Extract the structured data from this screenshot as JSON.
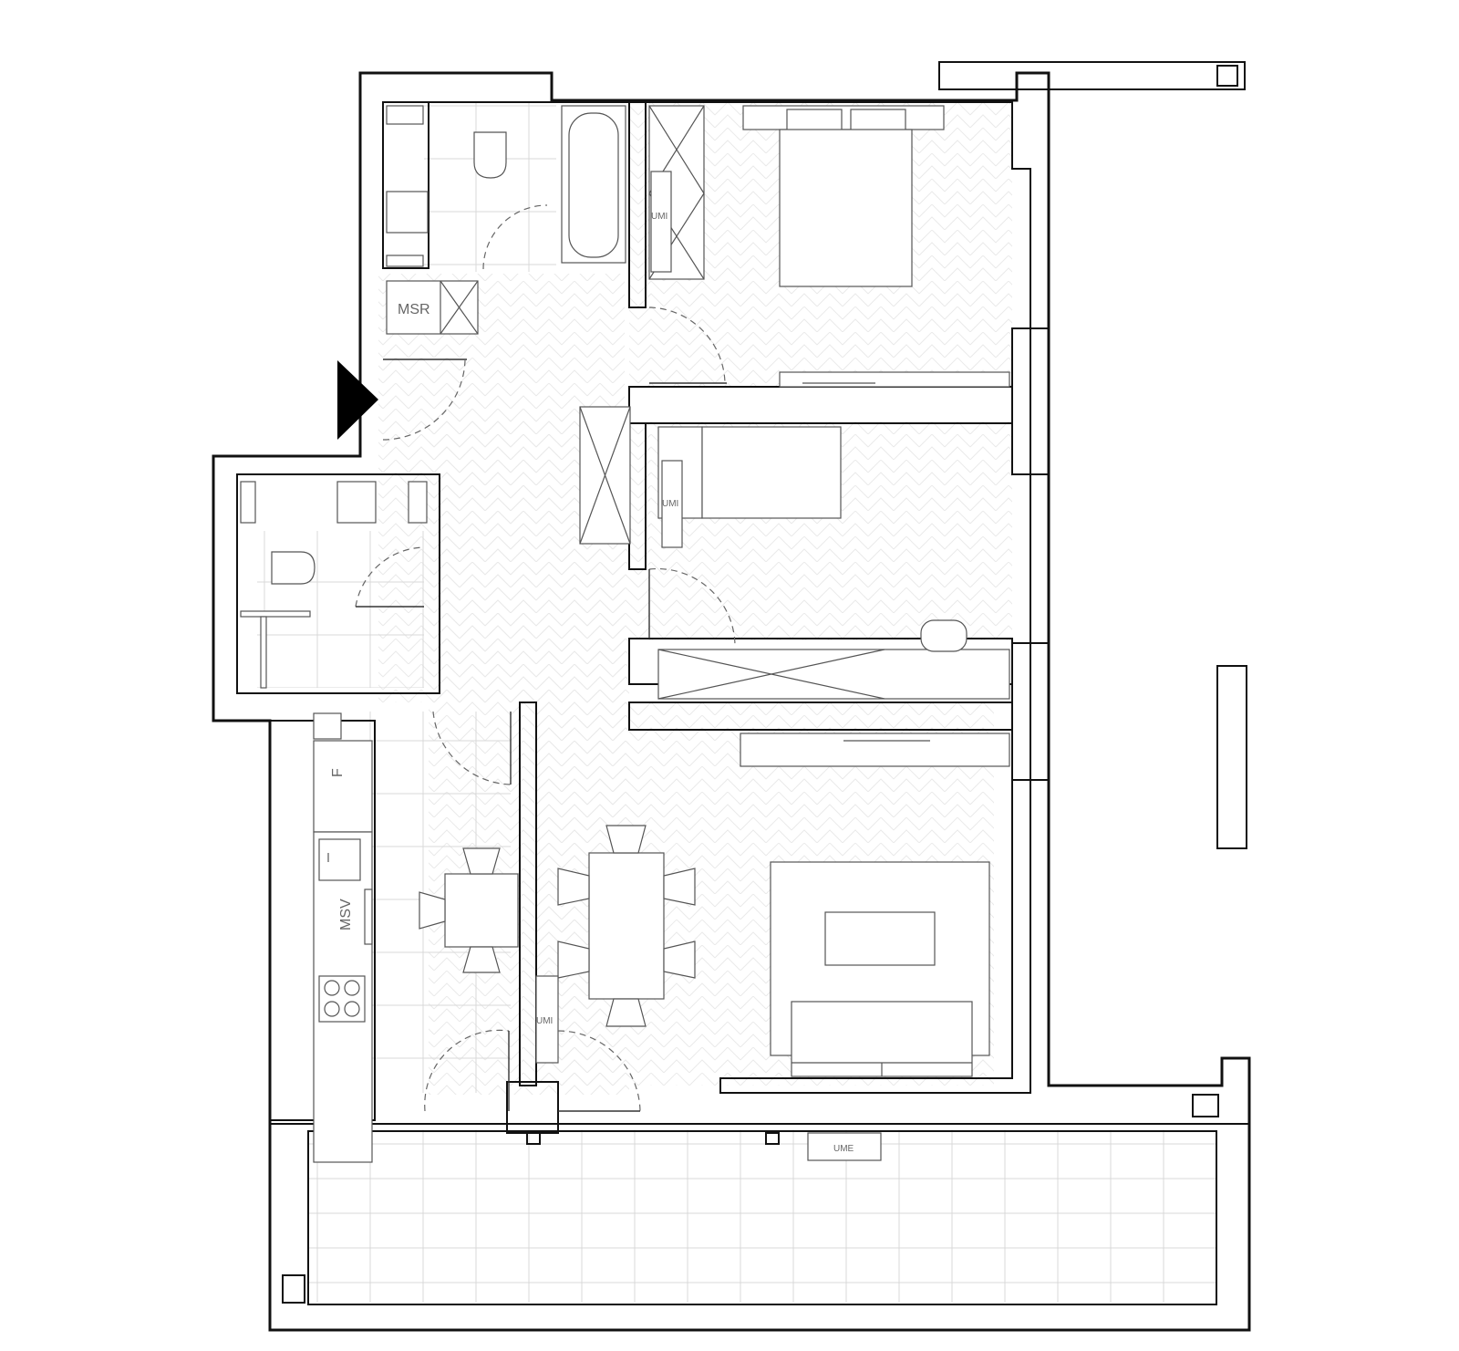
{
  "labels": {
    "msr": "MSR",
    "msv": "MSV",
    "fridge": "F",
    "washer_1": "UMI",
    "washer_2": "UMI",
    "washer_3": "UMI",
    "terrace_unit": "UME"
  },
  "colors": {
    "wall": "#111111",
    "furniture": "#555555",
    "floor_pattern": "#eaeaea",
    "tiles": "#d8d8d8",
    "entrance_marker": "#000000"
  }
}
